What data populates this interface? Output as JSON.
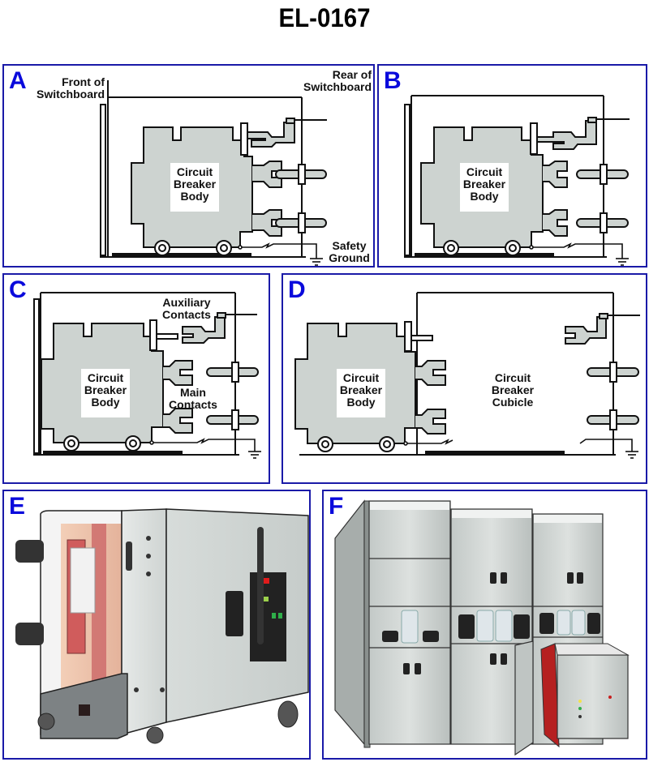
{
  "title": "EL-0167",
  "colors": {
    "panel_border": "#1a1aa8",
    "panel_letter": "#0a0adc",
    "breaker_fill": "#cdd3d0",
    "line": "#111111"
  },
  "panels": {
    "A": {
      "letter": "A",
      "labels": {
        "front": "Front of Switchboard",
        "rear": "Rear of Switchboard",
        "body": "Circuit Breaker Body",
        "ground": "Safety Ground"
      }
    },
    "B": {
      "letter": "B",
      "labels": {
        "body": "Circuit Breaker Body"
      }
    },
    "C": {
      "letter": "C",
      "labels": {
        "auxiliary": "Auxiliary Contacts",
        "main": "Main Contacts",
        "body": "Circuit Breaker Body"
      }
    },
    "D": {
      "letter": "D",
      "labels": {
        "body": "Circuit Breaker Body",
        "cubicle": "Circuit Breaker Cubicle"
      }
    },
    "E": {
      "letter": "E",
      "image": "vacuum-circuit-breaker-illustration"
    },
    "F": {
      "letter": "F",
      "image": "metal-clad-switchgear-lineup-illustration"
    }
  }
}
